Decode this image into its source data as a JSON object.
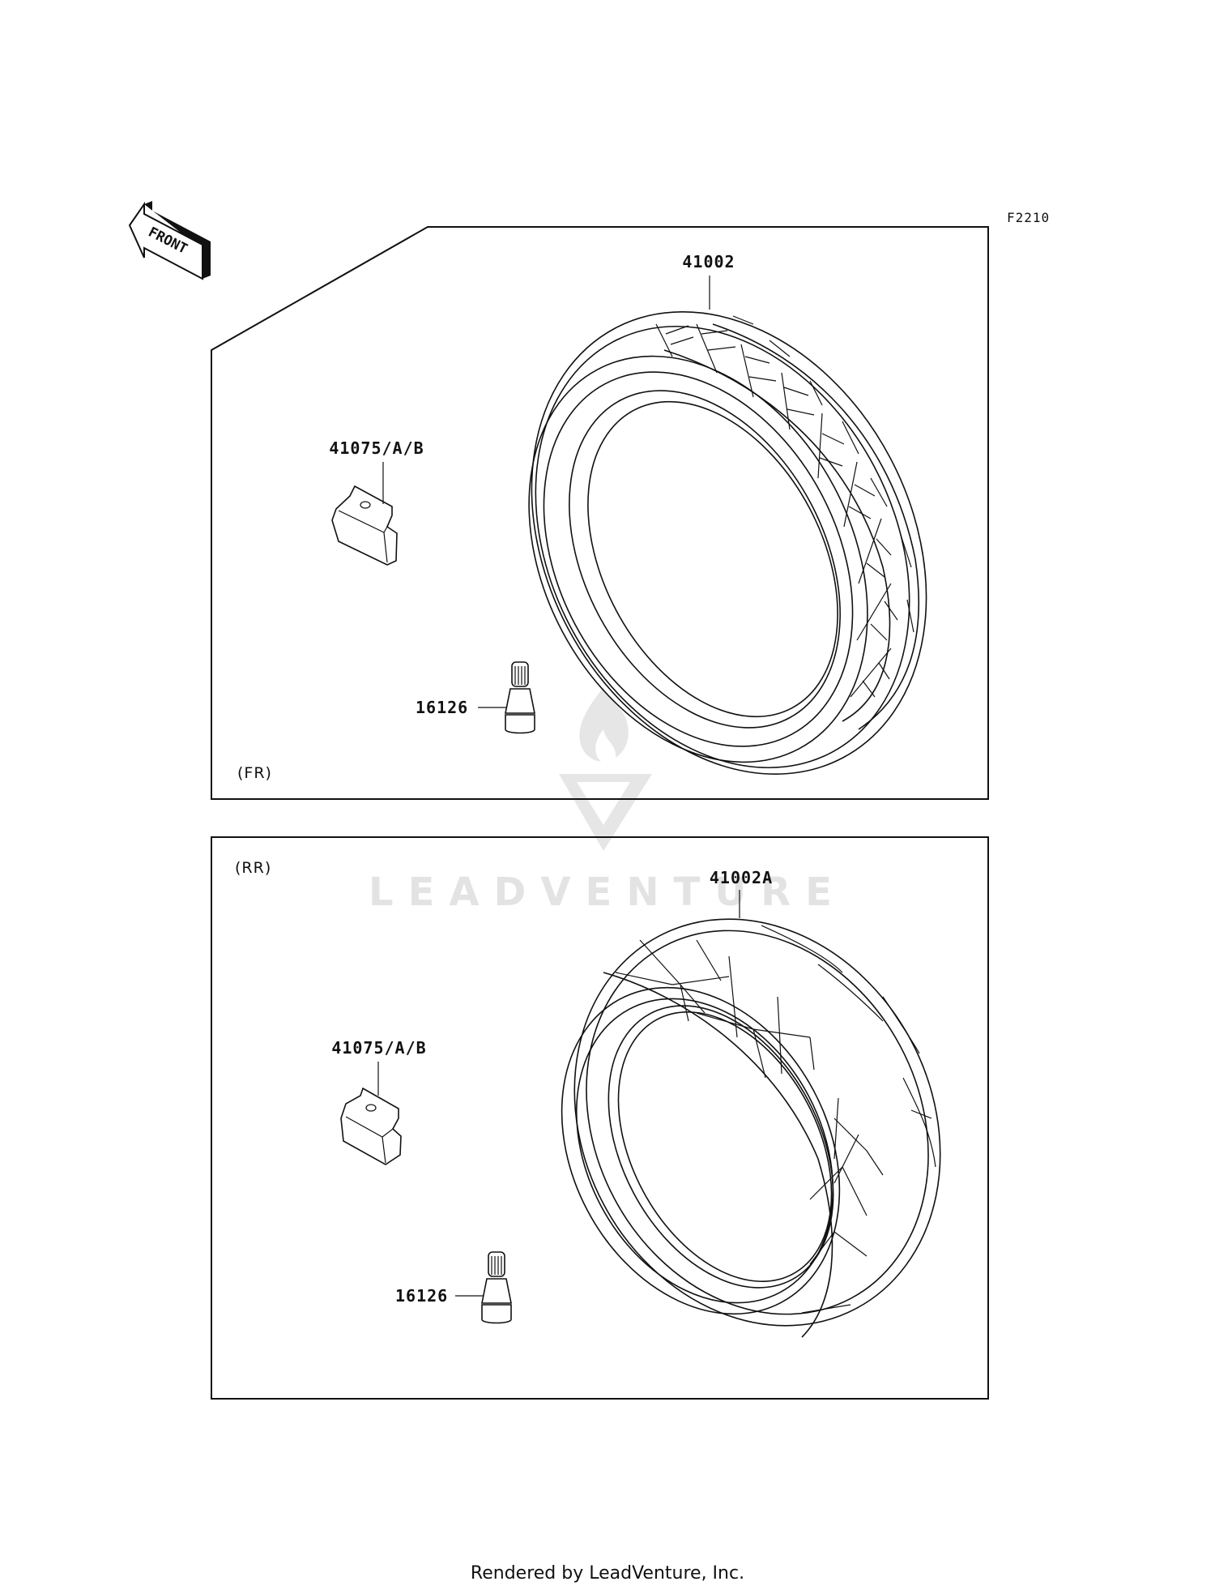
{
  "diagram": {
    "figure_code": "F2210",
    "orientation_label": "FRONT",
    "colors": {
      "line": "#111111",
      "watermark": "#e3e3e3",
      "background": "#ffffff"
    },
    "panels": [
      {
        "id": "front",
        "section_label": "(FR)",
        "parts": [
          {
            "part_number": "41002",
            "name": "tire"
          },
          {
            "part_number": "41075/A/B",
            "name": "balance-weight"
          },
          {
            "part_number": "16126",
            "name": "valve-stem"
          }
        ]
      },
      {
        "id": "rear",
        "section_label": "(RR)",
        "parts": [
          {
            "part_number": "41002A",
            "name": "tire"
          },
          {
            "part_number": "41075/A/B",
            "name": "balance-weight"
          },
          {
            "part_number": "16126",
            "name": "valve-stem"
          }
        ]
      }
    ]
  },
  "watermark": {
    "text": "LEADVENTURE"
  },
  "footer": {
    "text": "Rendered by LeadVenture, Inc."
  }
}
